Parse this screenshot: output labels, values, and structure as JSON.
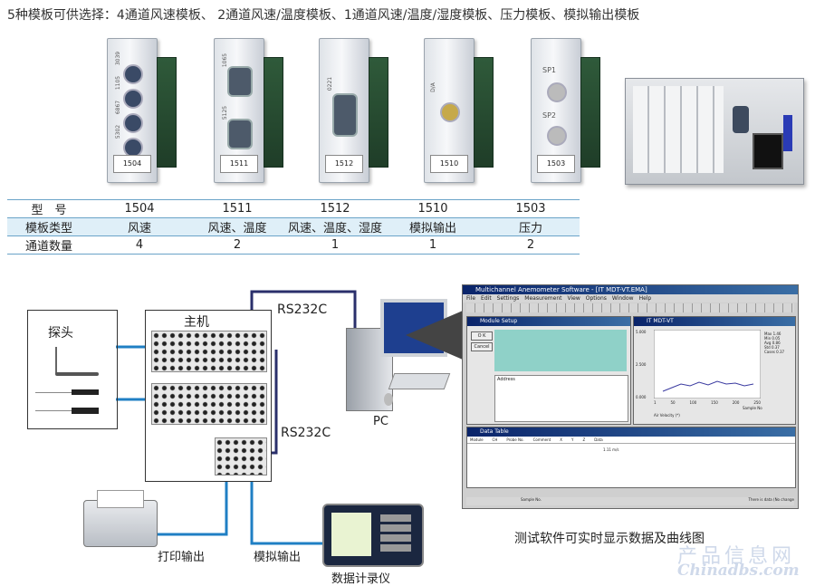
{
  "header": {
    "title": "5种模板可供选择：4通道风速模板、 2通道风速/温度模板、1通道风速/温度/湿度模板、压力模板、模拟输出模板"
  },
  "cards": [
    {
      "label": "1504",
      "ports": [
        "3039",
        "1105",
        "6867",
        "5302"
      ]
    },
    {
      "label": "1511",
      "ports": [
        "1065",
        "5125"
      ]
    },
    {
      "label": "1512",
      "ports": [
        "0221"
      ]
    },
    {
      "label": "1510",
      "ports": [
        "D/A"
      ]
    },
    {
      "label": "1503",
      "ports": [
        "SP1",
        "SP2"
      ]
    }
  ],
  "spec_table": {
    "rows": [
      {
        "head": "型　号",
        "cells": [
          "1504",
          "1511",
          "1512",
          "1510",
          "1503"
        ]
      },
      {
        "head": "模板类型",
        "cells": [
          "风速",
          "风速、温度",
          "风速、温度、湿度",
          "模拟输出",
          "压力"
        ]
      },
      {
        "head": "通道数量",
        "cells": [
          "4",
          "2",
          "1",
          "1",
          "2"
        ]
      }
    ]
  },
  "diagram": {
    "probe_label": "探头",
    "host_label": "主机",
    "rs232_top": "RS232C",
    "rs232_bottom": "RS232C",
    "pc_label": "PC",
    "printer_label": "打印输出",
    "analog_label": "模拟输出",
    "recorder_label": "数据计录仪",
    "software_caption": "测试软件可实时显示数据及曲线图"
  },
  "software": {
    "window_title": "Multichannel Anemometer Software - [IT MDT-VT.EMA]",
    "menu": [
      "File",
      "Edit",
      "Settings",
      "Measurement",
      "View",
      "Options",
      "Window",
      "Help"
    ],
    "module_setup_title": "Module Setup",
    "ok_label": "O K",
    "cancel_label": "Cancel",
    "address_label": "Address",
    "chart_title": "IT MDT-VT",
    "chart_ylabel_max": "5.000",
    "chart_ylabel_mid": "2.500",
    "chart_ylabel_min": "0.000",
    "chart_xticks": [
      "1",
      "50",
      "100",
      "150",
      "200",
      "250"
    ],
    "chart_xlabel": "Sample No",
    "legend_label": "Air Velocity (*)",
    "stats": [
      {
        "name": "Max",
        "value": "1.46"
      },
      {
        "name": "Min",
        "value": "0.05"
      },
      {
        "name": "Avg",
        "value": "0.86"
      },
      {
        "name": "Std",
        "value": "0.37"
      },
      {
        "name": "Cases",
        "value": "0.37"
      }
    ],
    "data_table_title": "Data Table",
    "data_cols": [
      "Module",
      "CH",
      "Probe No.",
      "Comment",
      "X",
      "Y",
      "Z",
      "Data"
    ],
    "data_value": "1.11 m/s",
    "status_sample": "Sample No.",
    "status_text": "There is data (No change"
  },
  "watermark": {
    "cn": "产品信息网",
    "en": "Chinadbs.com"
  }
}
